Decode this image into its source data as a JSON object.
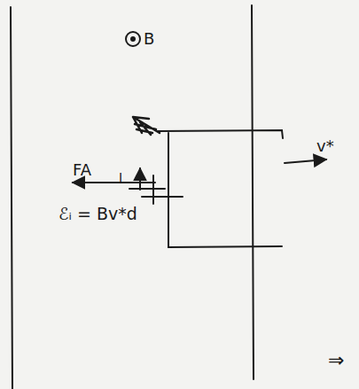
{
  "diagram": {
    "labels": [
      "B",
      "v*",
      "FA",
      "I",
      "ℰᵢ = Bv*d",
      "⇒"
    ]
  }
}
